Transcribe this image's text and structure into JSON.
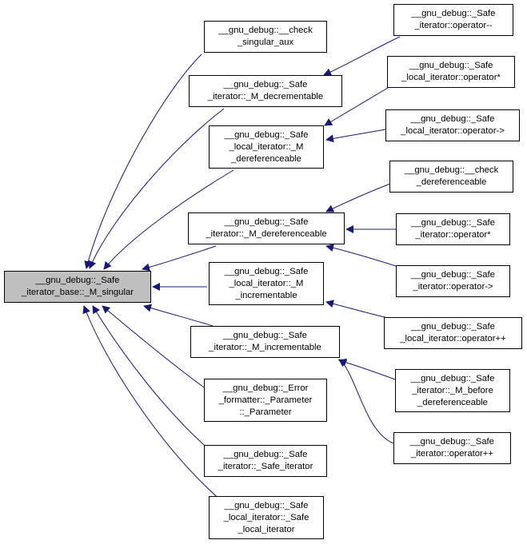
{
  "nodes": {
    "root": "__gnu_debug::_Safe\n_iterator_base::_M_singular",
    "check_singular_aux": "__gnu_debug::__check\n_singular_aux",
    "m_decrementable": "__gnu_debug::_Safe\n_iterator::_M_decrementable",
    "local_m_dereferenceable": "__gnu_debug::_Safe\n_local_iterator::_M\n_dereferenceable",
    "m_dereferenceable": "__gnu_debug::_Safe\n_iterator::_M_dereferenceable",
    "local_m_incrementable": "__gnu_debug::_Safe\n_local_iterator::_M\n_incrementable",
    "m_incrementable": "__gnu_debug::_Safe\n_iterator::_M_incrementable",
    "error_parameter": "__gnu_debug::_Error\n_formatter::_Parameter\n::_Parameter",
    "safe_iterator_ctor": "__gnu_debug::_Safe\n_iterator::_Safe_iterator",
    "safe_local_iterator_ctor": "__gnu_debug::_Safe\n_local_iterator::_Safe\n_local_iterator",
    "op_decrement": "__gnu_debug::_Safe\n_iterator::operator--",
    "local_op_star": "__gnu_debug::_Safe\n_local_iterator::operator*",
    "local_op_arrow": "__gnu_debug::_Safe\n_local_iterator::operator->",
    "check_dereferenceable": "__gnu_debug::__check\n_dereferenceable",
    "op_star": "__gnu_debug::_Safe\n_iterator::operator*",
    "op_arrow": "__gnu_debug::_Safe\n_iterator::operator->",
    "local_op_increment": "__gnu_debug::_Safe\n_local_iterator::operator++",
    "m_before_dereferenceable": "__gnu_debug::_Safe\n_iterator::_M_before\n_dereferenceable",
    "op_increment": "__gnu_debug::_Safe\n_iterator::operator++"
  },
  "colors": {
    "edge": "#191970",
    "root_fill": "#bfbfbf",
    "node_fill": "#ffffff",
    "border": "#000000"
  }
}
